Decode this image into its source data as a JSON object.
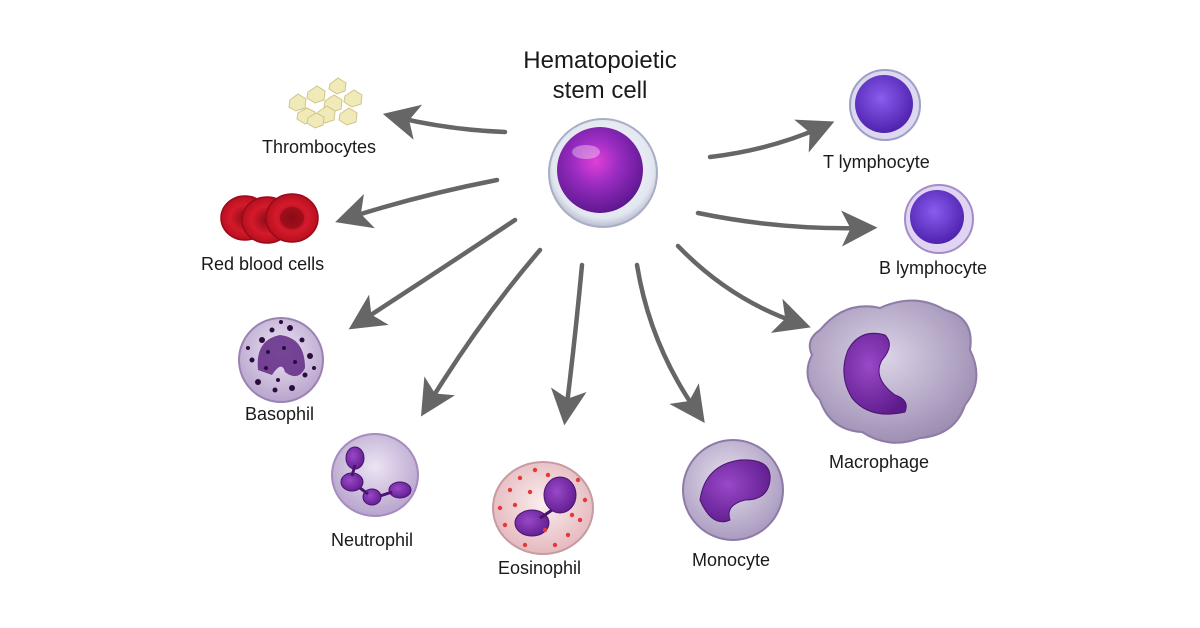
{
  "title": {
    "line1": "Hematopoietic",
    "line2": "stem cell"
  },
  "cells": {
    "thrombocytes": "Thrombocytes",
    "red_blood_cells": "Red blood cells",
    "basophil": "Basophil",
    "neutrophil": "Neutrophil",
    "eosinophil": "Eosinophil",
    "monocyte": "Monocyte",
    "macrophage": "Macrophage",
    "t_lymphocyte": "T lymphocyte",
    "b_lymphocyte": "B lymphocyte"
  },
  "colors": {
    "arrow": "#666666",
    "nucleus": "#7b2cb0",
    "red_cell": "#c8102e",
    "platelet": "#f0eab8",
    "eosin_granule": "#e53935"
  }
}
